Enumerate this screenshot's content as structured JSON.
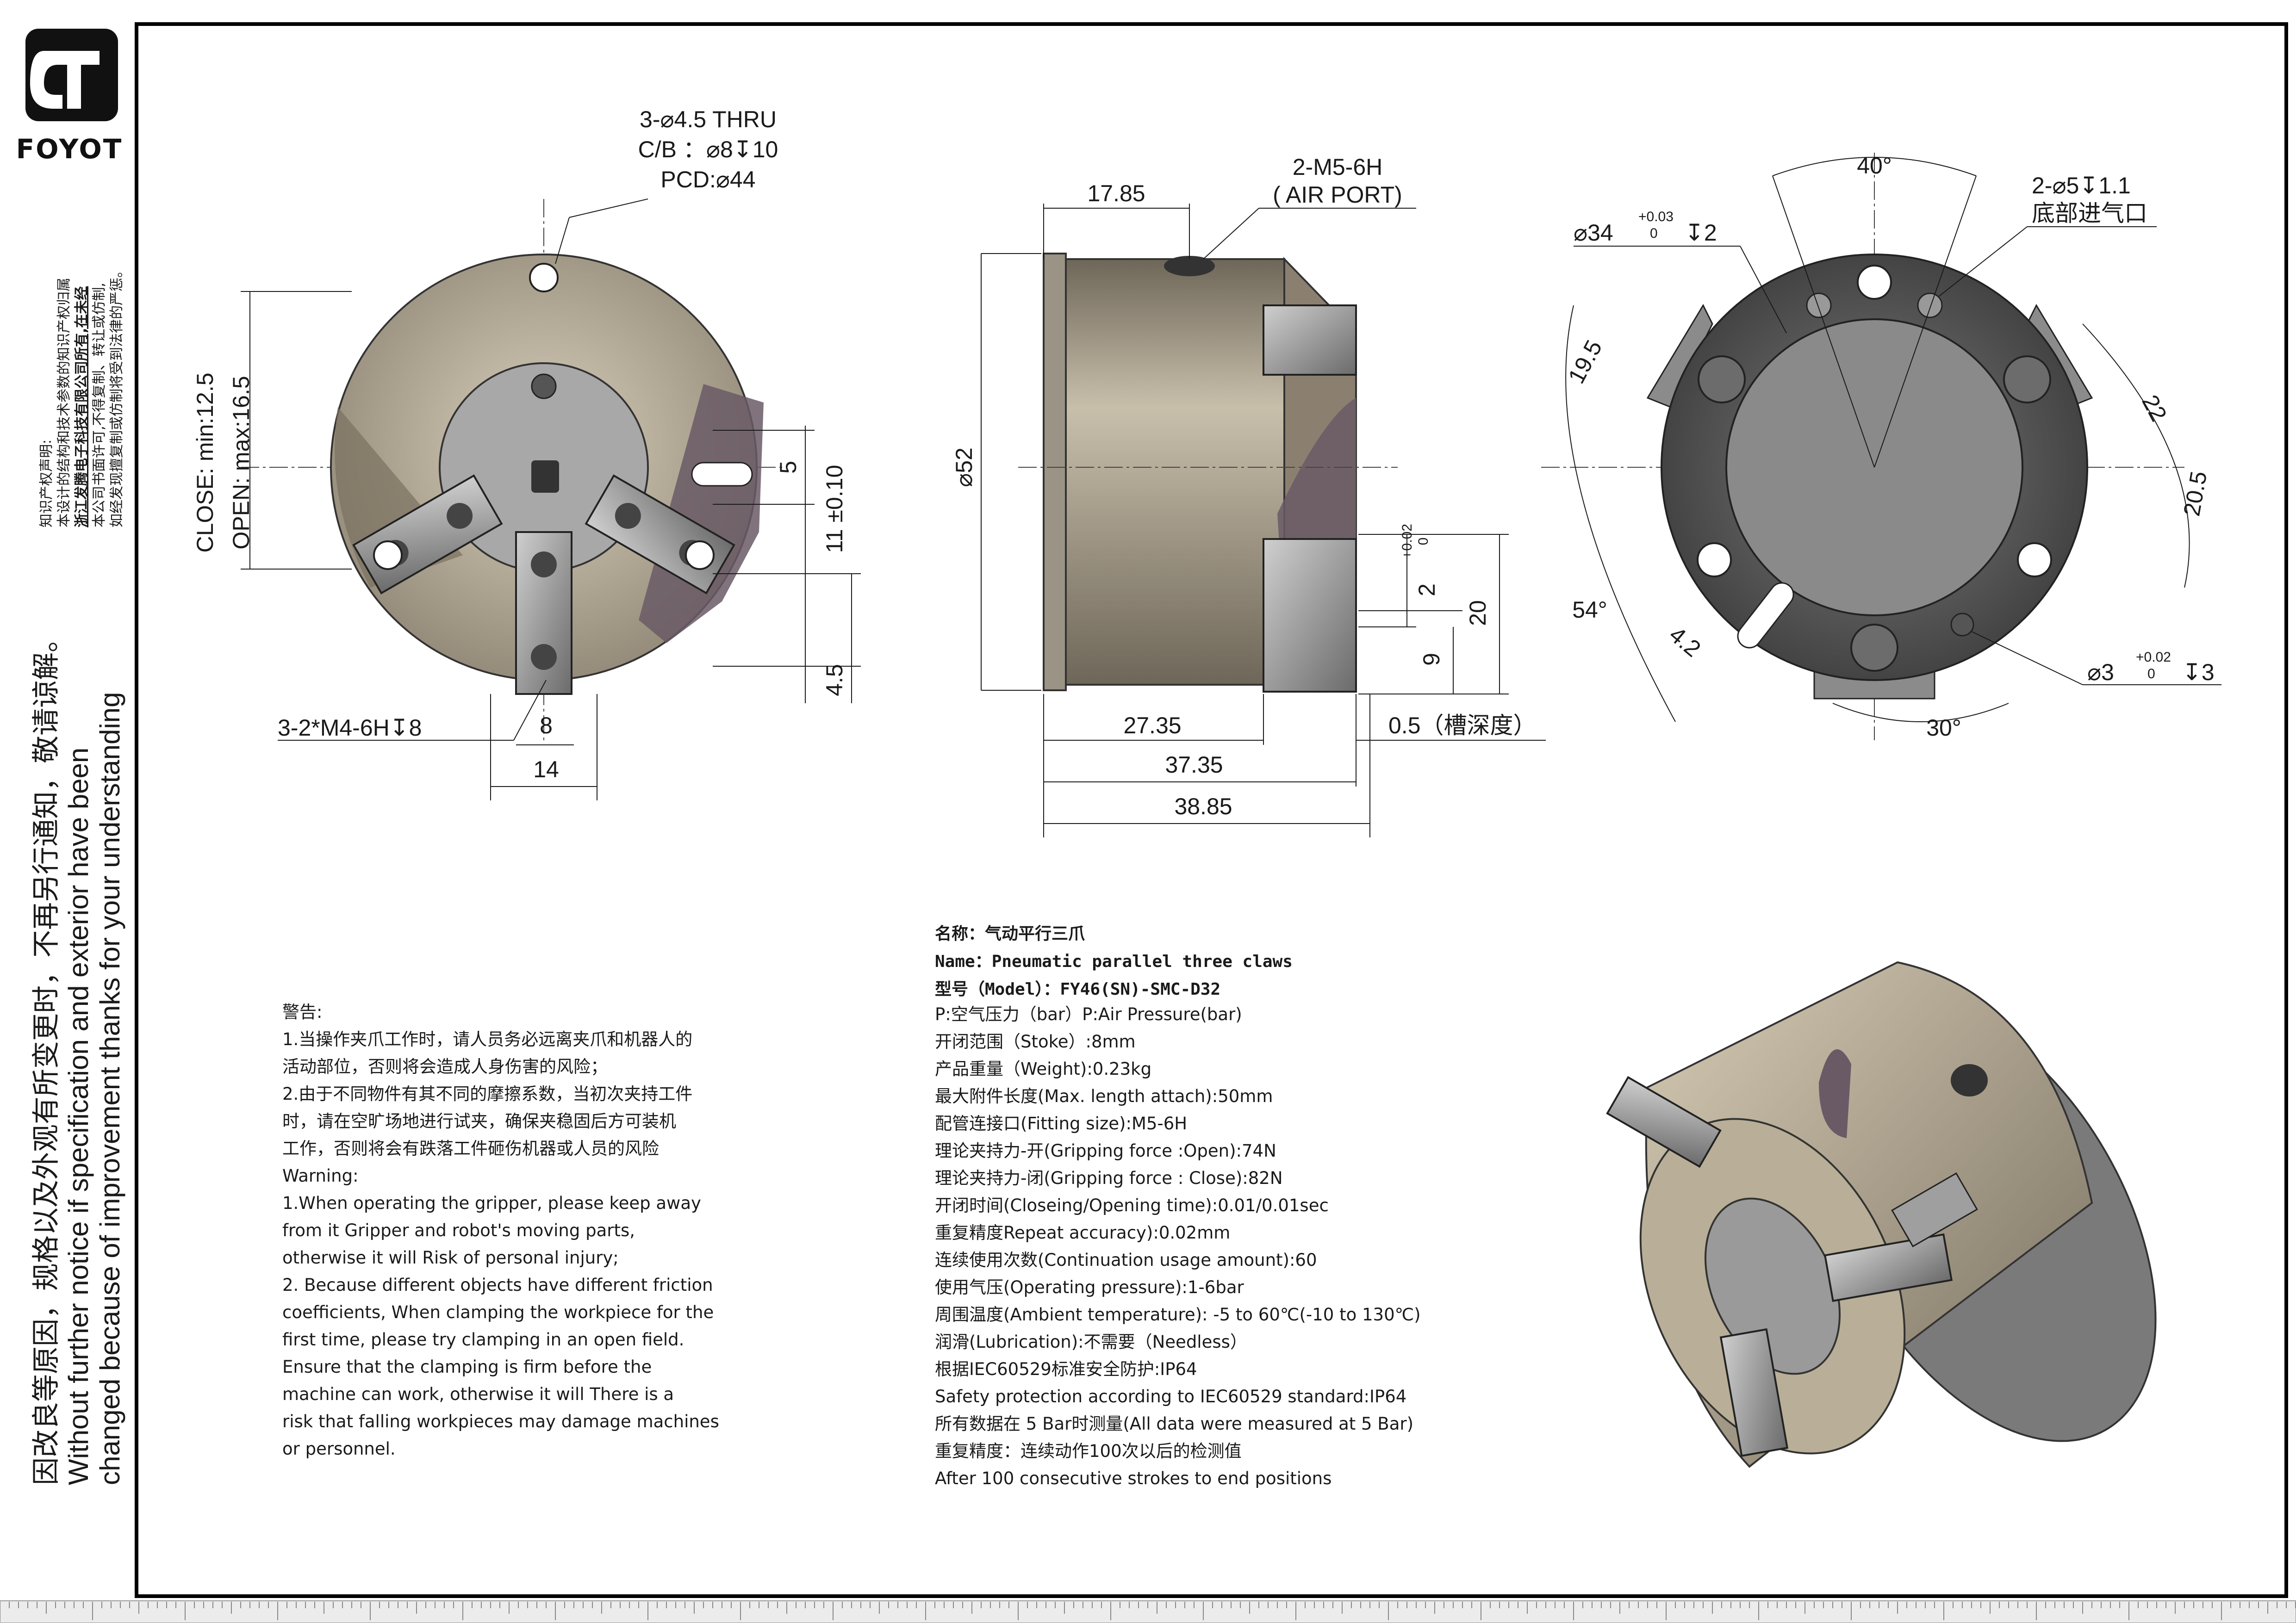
{
  "brand": {
    "name": "FOYOT"
  },
  "side_text": {
    "ip_notice": [
      "知识产权声明:",
      "本设计的结构和技术参数的知识产权归属",
      "浙江发腾电子科技有限公司所有,在未经",
      "本公司书面许可,不得复制、转让或仿制,",
      "如经发现擅复制或仿制将受到法律的严惩。"
    ],
    "notice_cn": "因改良等原因，规格以及外观有所变更时，不再另行通知，敬请谅解。",
    "notice_en_1": "Without further notice if specification and exterior have been",
    "notice_en_2": "changed because of improvement thanks for your understanding"
  },
  "front_view": {
    "thru_hole": [
      "3-⌀4.5 THRU",
      "C/B ：⌀8↧10",
      "PCD:⌀44"
    ],
    "stroke_label": [
      "CLOSE: min:12.5",
      "OPEN: max:16.5"
    ],
    "side_dims": [
      "5",
      "11 ±0.10",
      "4.5"
    ],
    "tap_label": "3-2*M4-6H↧8",
    "width_dims": [
      "8",
      "14"
    ]
  },
  "side_view": {
    "top_dim": "17.85",
    "port_label": [
      "2-M5-6H",
      "( AIR PORT)"
    ],
    "dia": "⌀52",
    "right_dims": [
      "2",
      "20",
      "9"
    ],
    "tol": [
      "+0.02",
      "0"
    ],
    "bottom_dims": [
      "27.35",
      "37.35",
      "38.85"
    ],
    "groove": "0.5（槽深度）"
  },
  "back_view": {
    "angle_top": "40°",
    "bore": "⌀34",
    "bore_tol": [
      "+0.03",
      "0"
    ],
    "bore_depth": "↧2",
    "pin_label": [
      "2-⌀5↧1.1",
      "底部进气口"
    ],
    "dims": [
      "19.5",
      "22",
      "20.5",
      "4.2"
    ],
    "angle_left": "54°",
    "angle_bottom": "30°",
    "pin": "⌀3",
    "pin_tol": [
      "+0.02",
      "0"
    ],
    "pin_depth": "↧3"
  },
  "warning": [
    "警告:",
    "1.当操作夹爪工作时，请人员务必远离夹爪和机器人的",
    "活动部位，否则将会造成人身伤害的风险；",
    "2.由于不同物件有其不同的摩擦系数，当初次夹持工件",
    "时，请在空旷场地进行试夹，确保夹稳固后方可装机",
    "工作，否则将会有跌落工件砸伤机器或人员的风险",
    "Warning:",
    "1.When operating the gripper, please keep away",
    "from it Gripper and robot's moving parts,",
    "otherwise it will Risk of personal injury;",
    "2. Because different objects have different friction",
    "coefficients, When clamping the workpiece for the",
    "first time, please try clamping in an open field.",
    "Ensure that the clamping is firm before the",
    "machine can work, otherwise it will There is a",
    "risk that falling workpieces may damage machines",
    "or personnel."
  ],
  "specs": {
    "name_cn": "名称：气动平行三爪",
    "name_en": "Name：Pneumatic parallel three claws",
    "model": "型号（Model）：FY46(SN)-SMC-D32",
    "lines": [
      "P:空气压力（bar）P:Air Pressure(bar)",
      "开闭范围（Stoke）:8mm",
      "产品重量（Weight):0.23kg",
      "最大附件长度(Max. length attach):50mm",
      "配管连接口(Fitting size):M5-6H",
      "理论夹持力-开(Gripping force :Open):74N",
      "理论夹持力-闭(Gripping force : Close):82N",
      "开闭时间(Closeing/Opening time):0.01/0.01sec",
      "重复精度Repeat accuracy):0.02mm",
      "连续使用次数(Continuation usage amount):60",
      "使用气压(Operating pressure):1-6bar",
      "周围温度(Ambient temperature): -5 to 60℃(-10 to 130℃)",
      "润滑(Lubrication):不需要（Needless）",
      "根据IEC60529标准安全防护:IP64",
      "Safety protection according to IEC60529 standard:IP64",
      "所有数据在 5 Bar时测量(All data were measured at 5 Bar)",
      "重复精度：连续动作100次以后的检测值",
      "After 100 consecutive strokes to end positions"
    ]
  },
  "colors": {
    "body": "#8d8070",
    "jaw": "#9a9a9a",
    "face": "#c9bfa9",
    "purple": "#6a5a66",
    "dark": "#4a4a4a",
    "border": "#000000"
  }
}
